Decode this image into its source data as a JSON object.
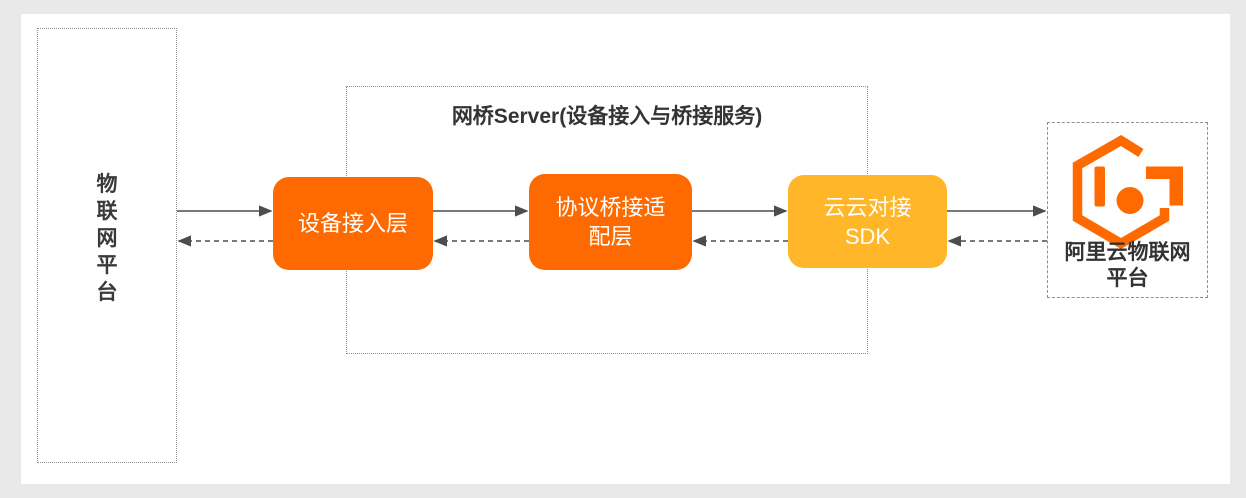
{
  "colors": {
    "orange": "#ff6a00",
    "amber": "#ffb629",
    "arrow": "#4d4d4d",
    "border": "#8f8f8f",
    "text": "#3a3a3a"
  },
  "left_platform": {
    "label": "物联网平台"
  },
  "bridge_server": {
    "title": "网桥Server(设备接入与桥接服务)",
    "nodes": [
      {
        "label": "设备接入层"
      },
      {
        "label": "协议桥接适\n配层"
      },
      {
        "label": "云云对接\nSDK"
      }
    ]
  },
  "cloud_platform": {
    "label": "阿里云物联网\n平台",
    "logo": "aliyun-iot-logo"
  }
}
